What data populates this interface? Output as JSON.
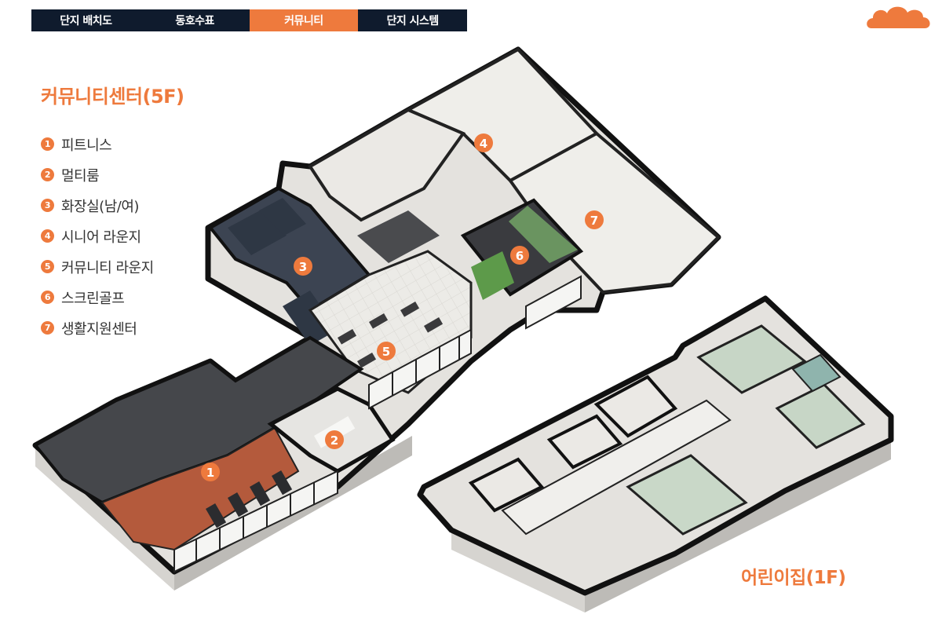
{
  "tabs": [
    {
      "label": "단지 배치도",
      "active": false
    },
    {
      "label": "동호수표",
      "active": false
    },
    {
      "label": "커뮤니티",
      "active": true
    },
    {
      "label": "단지 시스템",
      "active": false
    }
  ],
  "legend": {
    "title": "커뮤니티센터(5F)",
    "items": [
      {
        "num": "1",
        "label": "피트니스"
      },
      {
        "num": "2",
        "label": "멀티룸"
      },
      {
        "num": "3",
        "label": "화장실(남/여)"
      },
      {
        "num": "4",
        "label": "시니어 라운지"
      },
      {
        "num": "5",
        "label": "커뮤니티 라운지"
      },
      {
        "num": "6",
        "label": "스크린골프"
      },
      {
        "num": "7",
        "label": "생활지원센터"
      }
    ]
  },
  "markers": [
    "1",
    "2",
    "3",
    "4",
    "5",
    "6",
    "7"
  ],
  "daycare_title": "어린이집(1F)",
  "colors": {
    "accent": "#ee7a3d",
    "nav_bg": "#0f1b2d",
    "wall": "#111111",
    "floor_light": "#eceae6",
    "fitness_floor": "#b45a3c",
    "dark_room": "#3b3d42",
    "green_floor": "#c7d6c6"
  },
  "icons": [
    "cloud-icon"
  ]
}
